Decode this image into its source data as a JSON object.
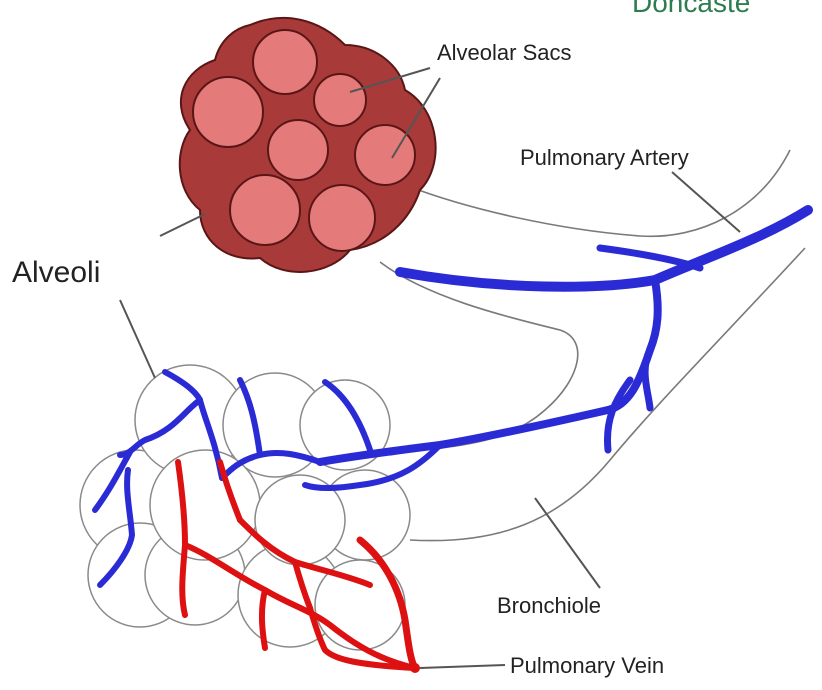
{
  "watermark": {
    "text": "Doncaste"
  },
  "labels": {
    "alveolar_sacs": "Alveolar Sacs",
    "pulmonary_artery": "Pulmonary Artery",
    "alveoli": "Alveoli",
    "bronchiole": "Bronchiole",
    "pulmonary_vein": "Pulmonary Vein"
  },
  "colors": {
    "alveolar_sac_dark": "#a83a3a",
    "alveolar_sac_cell": "#e47a7a",
    "pulmonary_artery_vessel": "#2b2bd6",
    "pulmonary_vein_vessel": "#dd1111",
    "brand_green": "#2e7d4f"
  }
}
